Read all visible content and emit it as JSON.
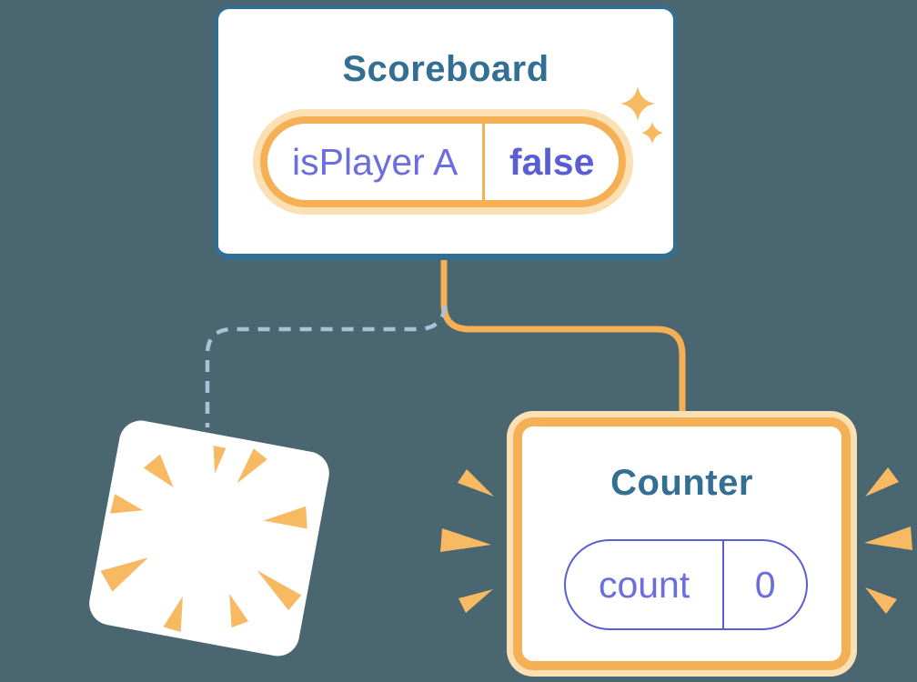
{
  "diagram": {
    "description": "React component tree state diagram",
    "scoreboard": {
      "title": "Scoreboard",
      "state": {
        "name": "isPlayer A",
        "value": "false"
      }
    },
    "counter": {
      "title": "Counter",
      "state": {
        "name": "count",
        "value": "0"
      }
    },
    "icons": {
      "sparkles": "sparkle-stars-icon",
      "destroyed": "explosion-burst-icon",
      "emphasis": "burst-marks-icon"
    },
    "connectors": {
      "active_link": "solid-orange",
      "removed_link": "dashed-blue"
    }
  },
  "colors": {
    "bg": "#4A6670",
    "card": "#FFFFFF",
    "blue": "#336E93",
    "orange": "#F5AF55",
    "orange-glow": "#FAE0B2",
    "orange-burst": "#F7BA62",
    "purple": "#5B5DD2",
    "purple-text": "#6B6EDC",
    "dash": "#A6C3DA"
  }
}
